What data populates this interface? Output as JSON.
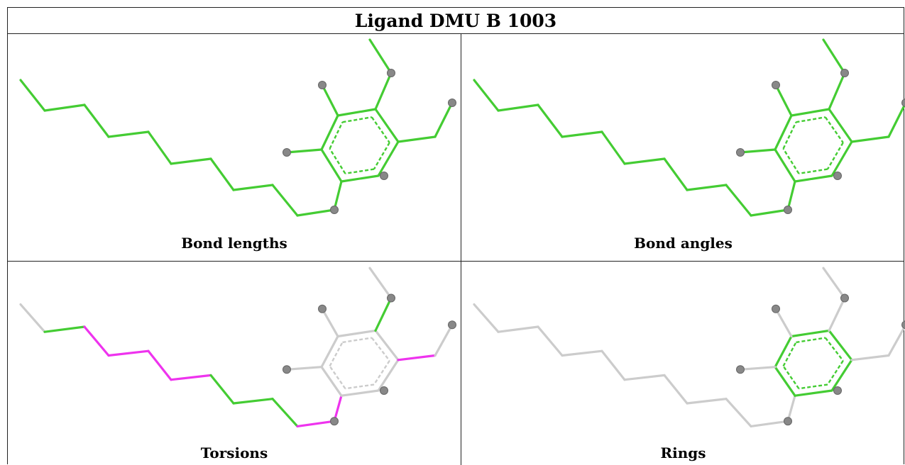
{
  "title": "Ligand DMU B 1003",
  "panels": [
    {
      "caption": "Bond lengths",
      "highlight": "all"
    },
    {
      "caption": "Bond angles",
      "highlight": "all"
    },
    {
      "caption": "Torsions",
      "highlight": "torsions"
    },
    {
      "caption": "Rings",
      "highlight": "ring"
    }
  ],
  "colors": {
    "highlight_green": "#44cc33",
    "torsion_magenta": "#ee33ee",
    "unhighlighted_gray": "#cccccc",
    "atom_gray": "#888888"
  }
}
